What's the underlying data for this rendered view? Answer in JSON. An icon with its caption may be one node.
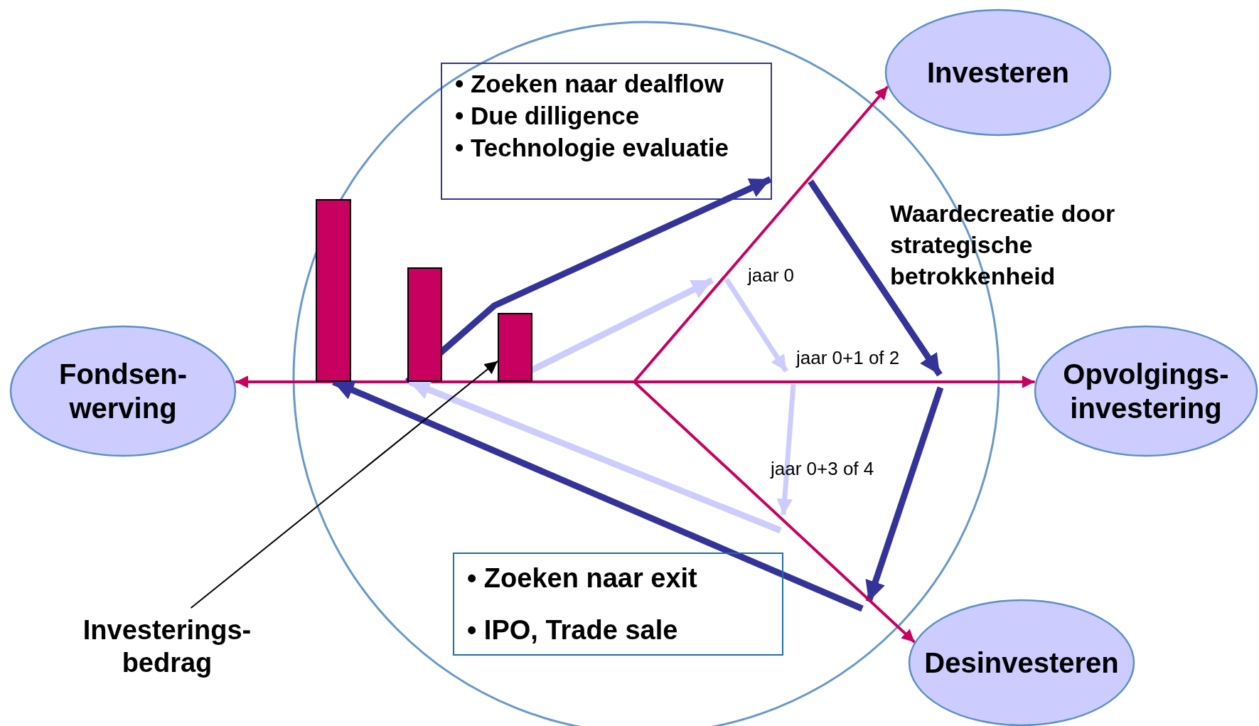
{
  "diagram": {
    "nodes": [
      {
        "text": [
          "Investeren"
        ]
      },
      {
        "text": [
          "• Zoeken naar dealflow",
          "• Due dilligence",
          "• Technologie evaluatie"
        ]
      },
      {
        "text": [],
        "shape": "bar"
      },
      {
        "text": [],
        "shape": "bar"
      },
      {
        "text": [],
        "shape": "bar"
      },
      {
        "text": [
          "Fondsen- werving"
        ]
      },
      {
        "text": [
          "Opvolgings- investering"
        ]
      },
      {
        "text": [
          "• Zoeken naar exit",
          "• IPO, Trade sale"
        ]
      },
      {
        "text": [
          "Investerings- bedrag"
        ]
      },
      {
        "text": [
          "Desinvesteren"
        ]
      }
    ],
    "edges": [
      {
        "from": 5,
        "to": 6,
        "arrow": "both",
        "color": "#c8005f"
      },
      {
        "from": null,
        "to": 0,
        "arrow": "to",
        "color": "#c8005f"
      },
      {
        "from": null,
        "to": 9,
        "arrow": "to",
        "color": "#c8005f"
      },
      {
        "from": 3,
        "to": 1,
        "arrow": "to",
        "style": "thick",
        "color": "#333399"
      },
      {
        "from": null,
        "to": 2,
        "arrow": "to",
        "style": "thick",
        "color": "#333399"
      },
      {
        "from": 4,
        "to": null,
        "arrow": "to",
        "style": "thick",
        "color": "#ccccff"
      },
      {
        "from": null,
        "to": 3,
        "arrow": "to",
        "style": "thick",
        "color": "#ccccff"
      },
      {
        "from": 8,
        "to": 4,
        "arrow": "to",
        "color": "#000000"
      }
    ],
    "labels": [
      "Waardecreatie door strategische betrokkenheid",
      "jaar 0",
      "jaar 0+1 of 2",
      "jaar 0+3 of 4"
    ]
  }
}
